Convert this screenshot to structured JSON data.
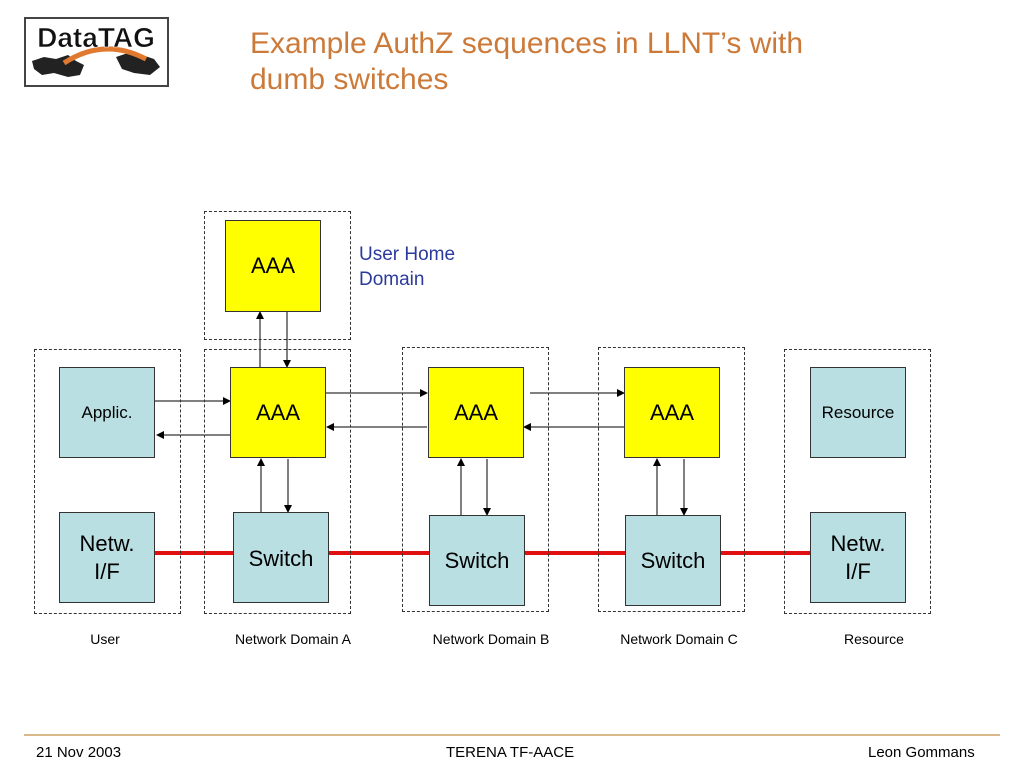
{
  "title": {
    "line1": "Example AuthZ sequences in LLNT’s with",
    "line2": "dumb switches"
  },
  "logo": {
    "text": "DataTAG"
  },
  "user_home_domain": {
    "line1": "User Home",
    "line2": "Domain"
  },
  "boxes": {
    "aaa_home": "AAA",
    "applic": "Applic.",
    "aaa_a": "AAA",
    "aaa_b": "AAA",
    "aaa_c": "AAA",
    "resource": "Resource",
    "netif_user": {
      "line1": "Netw.",
      "line2": "I/F"
    },
    "switch_a": "Switch",
    "switch_b": "Switch",
    "switch_c": "Switch",
    "netif_resource": {
      "line1": "Netw.",
      "line2": "I/F"
    }
  },
  "domains": [
    "User",
    "Network Domain A",
    "Network Domain B",
    "Network Domain C",
    "Resource"
  ],
  "footer": {
    "date": "21 Nov 2003",
    "event": "TERENA TF-AACE",
    "author": "Leon Gommans"
  },
  "colors": {
    "title": "#cc7a3a",
    "aaa_fill": "#ffff00",
    "node_fill": "#b9dfe2",
    "link": "#e01010",
    "domain_label": "#2b3a9c",
    "footer_rule": "#d9b98a"
  }
}
